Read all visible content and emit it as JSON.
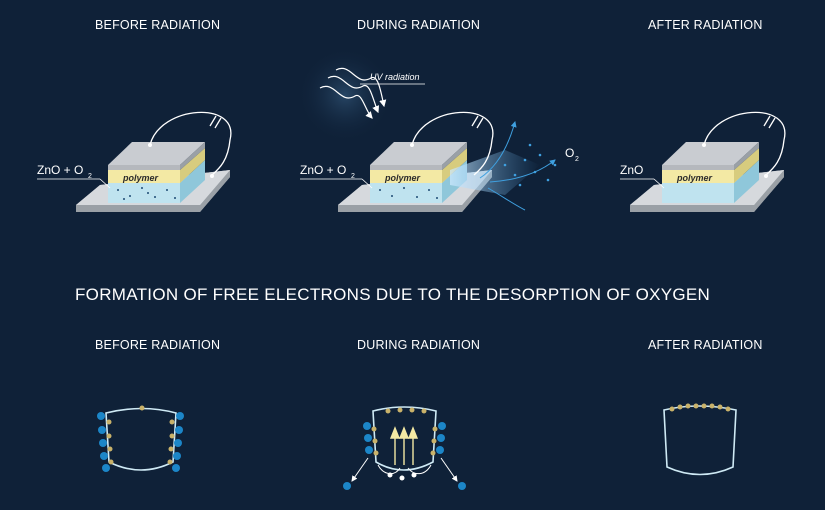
{
  "top_panels": {
    "before": {
      "heading": "BEFORE RADIATION",
      "material_label": "ZnO + O",
      "material_sub": "2",
      "layer_label": "polymer"
    },
    "during": {
      "heading": "DURING RADIATION",
      "material_label": "ZnO + O",
      "material_sub": "2",
      "layer_label": "polymer",
      "radiation_label": "UV radiation",
      "gas_label": "O",
      "gas_sub": "2"
    },
    "after": {
      "heading": "AFTER RADIATION",
      "material_label": "ZnO",
      "layer_label": "polymer"
    }
  },
  "section_title": "FORMATION OF FREE ELECTRONS DUE TO THE DESORPTION OF OXYGEN",
  "bottom_panels": {
    "before": {
      "heading": "BEFORE RADIATION"
    },
    "during": {
      "heading": "DURING RADIATION"
    },
    "after": {
      "heading": "AFTER RADIATION"
    }
  },
  "colors": {
    "background": "#0f2138",
    "base_plate": "#c9ccd1",
    "top_electrode": "#b5b8bd",
    "polymer_layer": "#f3e9a4",
    "zno_layer": "#bfe3ef",
    "oxygen_atom": "#1c86c8",
    "electron": "#c9b26a",
    "free_electron": "#ffffff",
    "arrow": "#f3e9a4"
  }
}
